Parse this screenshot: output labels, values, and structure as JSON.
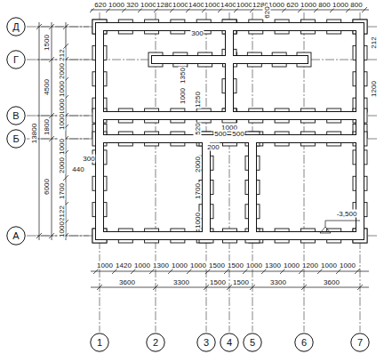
{
  "diagram": {
    "nodes": [
      {
        "text": [
          "Д"
        ]
      },
      {
        "text": [
          "Г"
        ]
      },
      {
        "text": [
          "В"
        ]
      },
      {
        "text": [
          "Б"
        ]
      },
      {
        "text": [
          "А"
        ]
      },
      {
        "text": [
          "1"
        ]
      },
      {
        "text": [
          "2"
        ]
      },
      {
        "text": [
          "3"
        ]
      },
      {
        "text": [
          "4"
        ]
      },
      {
        "text": [
          "5"
        ]
      },
      {
        "text": [
          "6"
        ]
      },
      {
        "text": [
          "7"
        ]
      }
    ],
    "labels": [
      "620",
      "1000",
      "320",
      "1000",
      "1280",
      "1000",
      "1400",
      "1000",
      "1400",
      "1000",
      "1280",
      "1000",
      "620",
      "1000",
      "800",
      "1000",
      "800",
      "13800",
      "1500",
      "4500",
      "1800",
      "6000",
      "212",
      "2000",
      "1000",
      "1000",
      "1000",
      "1000",
      "2000",
      "1700",
      "2122",
      "1000",
      "440",
      "300",
      "300",
      "1350",
      "1000",
      "1250",
      "520",
      "200",
      "2000",
      "1700",
      "1000",
      "620",
      "1000",
      "500",
      "500",
      "-3,500",
      "212",
      "1200",
      "1000",
      "1420",
      "1000",
      "1300",
      "1000",
      "1000",
      "1500",
      "1500",
      "1000",
      "1300",
      "1000",
      "1200",
      "1000",
      "1000",
      "3600",
      "3300",
      "1500",
      "1500",
      "3300",
      "3600"
    ]
  }
}
